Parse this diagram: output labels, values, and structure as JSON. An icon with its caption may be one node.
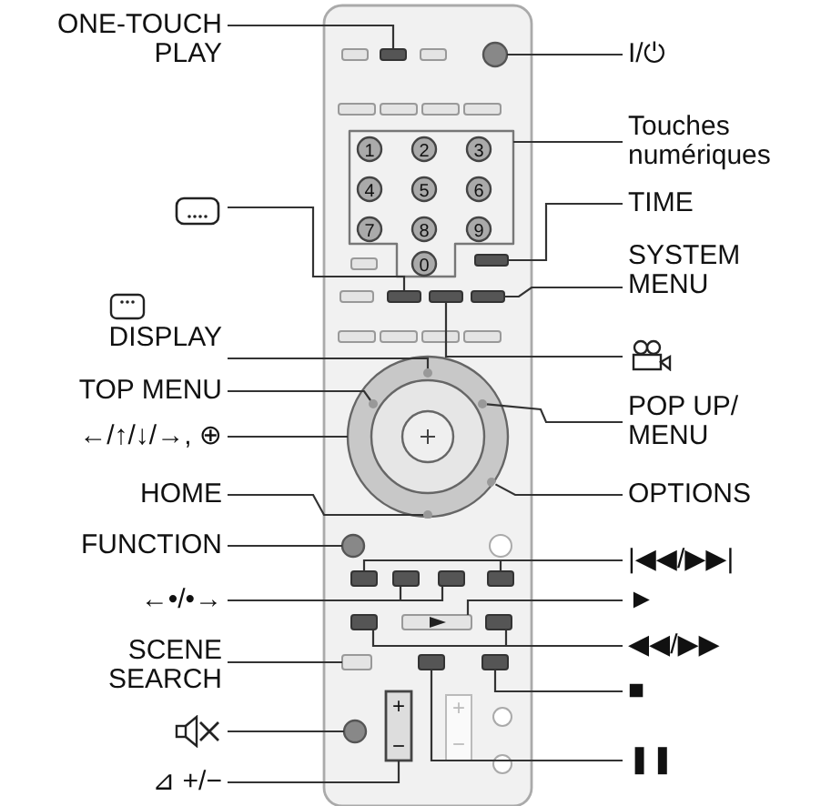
{
  "diagram": {
    "nodes": [
      {
        "text": [
          "ONE-TOUCH PLAY"
        ]
      },
      {
        "text": [
          "I/⏻"
        ]
      },
      {
        "text": [
          "Touches numériques"
        ]
      },
      {
        "text": [],
        "shape": "box"
      },
      {
        "text": [
          "TIME"
        ]
      },
      {
        "text": [
          "SYSTEM MENU"
        ]
      },
      {
        "text": [
          "DISPLAY"
        ]
      },
      {
        "text": [],
        "shape": "camera"
      },
      {
        "text": [
          "TOP MENU"
        ]
      },
      {
        "text": [
          "POP UP/ MENU"
        ]
      },
      {
        "text": [
          "←/↑/↓/→, ⊕"
        ]
      },
      {
        "text": [
          "HOME"
        ]
      },
      {
        "text": [
          "OPTIONS"
        ]
      },
      {
        "text": [
          "FUNCTION"
        ]
      },
      {
        "text": [
          "|◀◀/▶▶|"
        ]
      },
      {
        "text": [
          "←•/•→"
        ]
      },
      {
        "text": [
          "►"
        ]
      },
      {
        "text": [
          "SCENE SEARCH"
        ]
      },
      {
        "text": [
          "◀◀/▶▶"
        ]
      },
      {
        "text": [
          "■"
        ]
      },
      {
        "text": [],
        "shape": "speaker"
      },
      {
        "text": [
          "❚❚"
        ]
      },
      {
        "text": [
          "⊿ +/−"
        ]
      },
      {
        "text": [],
        "shape": "remote"
      },
      {
        "text": [],
        "shape": "box",
        "in": 23
      },
      {
        "text": [],
        "shape": "circle",
        "in": 23
      },
      {
        "text": [],
        "shape": "box",
        "in": 23
      },
      {
        "text": [],
        "shape": "box",
        "in": 23
      },
      {
        "text": [],
        "shape": "box",
        "in": 23
      },
      {
        "text": [],
        "shape": "box",
        "in": 23
      },
      {
        "text": [],
        "shape": "box",
        "in": 23
      },
      {
        "text": [],
        "shape": "circle",
        "in": 23
      },
      {
        "text": [],
        "shape": "circle",
        "in": 31
      },
      {
        "text": [],
        "shape": "circle",
        "in": 31
      },
      {
        "text": [],
        "shape": "circle",
        "in": 31
      },
      {
        "text": [],
        "shape": "circle",
        "in": 31
      },
      {
        "text": [],
        "shape": "circle",
        "in": 31
      },
      {
        "text": [],
        "shape": "circle",
        "in": 23
      },
      {
        "text": [],
        "shape": "box",
        "in": 23
      },
      {
        "text": [],
        "shape": "box",
        "in": 23
      },
      {
        "text": [],
        "shape": "box",
        "in": 23
      },
      {
        "text": [],
        "shape": "box",
        "in": 23
      },
      {
        "text": [],
        "shape": "box",
        "in": 23
      },
      {
        "text": [],
        "shape": "box",
        "in": 23
      },
      {
        "text": [],
        "shape": "box",
        "in": 23
      },
      {
        "text": [],
        "shape": "box",
        "in": 23
      },
      {
        "text": [],
        "shape": "box",
        "in": 23
      },
      {
        "text": [],
        "shape": "box",
        "in": 23
      },
      {
        "text": [],
        "shape": "circle",
        "in": 23
      },
      {
        "text": [],
        "shape": "box",
        "in": 23
      }
    ],
    "edges": [
      {
        "from": 0,
        "to": 24,
        "arrow": "none"
      },
      {
        "from": 1,
        "to": 25,
        "arrow": "none"
      },
      {
        "from": 2,
        "to": 26,
        "arrow": "none"
      },
      {
        "from": 3,
        "to": 28,
        "arrow": "none"
      },
      {
        "from": 4,
        "to": 27,
        "arrow": "none"
      },
      {
        "from": 5,
        "to": 30,
        "arrow": "none"
      },
      {
        "from": 6,
        "to": 32,
        "arrow": "none"
      },
      {
        "from": 7,
        "to": 29,
        "arrow": "none"
      },
      {
        "from": 8,
        "to": 33,
        "arrow": "none"
      },
      {
        "from": 9,
        "to": 34,
        "arrow": "none"
      },
      {
        "from": 10,
        "to": 31,
        "arrow": "none"
      },
      {
        "from": 11,
        "to": 36,
        "arrow": "none"
      },
      {
        "from": 12,
        "to": 35,
        "arrow": "none"
      },
      {
        "from": 13,
        "to": 37,
        "arrow": "none"
      },
      {
        "from": 14,
        "to": 38,
        "arrow": "none"
      },
      {
        "from": 14,
        "to": 41,
        "arrow": "none"
      },
      {
        "from": 15,
        "to": 39,
        "arrow": "none"
      },
      {
        "from": 15,
        "to": 40,
        "arrow": "none"
      },
      {
        "from": 16,
        "to": 43,
        "arrow": "none"
      },
      {
        "from": 17,
        "to": 45,
        "arrow": "none"
      },
      {
        "from": 18,
        "to": 42,
        "arrow": "none"
      },
      {
        "from": 18,
        "to": 44,
        "arrow": "none"
      },
      {
        "from": 19,
        "to": 47,
        "arrow": "none"
      },
      {
        "from": 20,
        "to": 48,
        "arrow": "none"
      },
      {
        "from": 21,
        "to": 46,
        "arrow": "none"
      },
      {
        "from": 22,
        "to": 49,
        "arrow": "none"
      }
    ],
    "labels": [
      "1",
      "2",
      "3",
      "4",
      "5",
      "6",
      "7",
      "8",
      "9",
      "0",
      "+",
      "+",
      "−",
      "−"
    ]
  }
}
